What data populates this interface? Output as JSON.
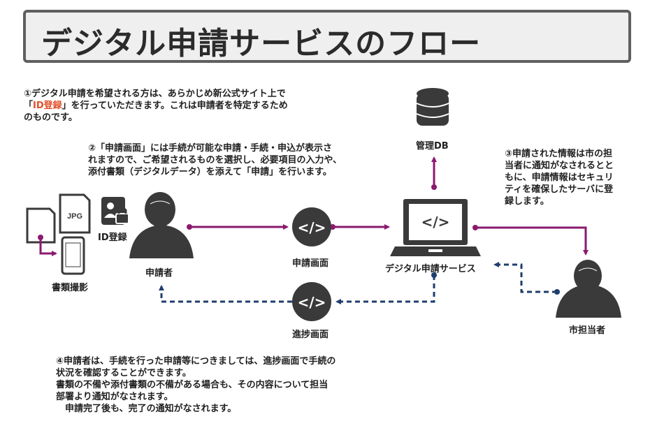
{
  "title": "デジタル申請サービスのフロー",
  "step1": {
    "line1": "①デジタル申請を希望される方は、あらかじめ新公式サイト上で",
    "line2_open": "「",
    "line2_highlight": "ID登録",
    "line2_rest": "」を行っていただきます。これは申請者を特定するため",
    "line3": "のものです。"
  },
  "step2": {
    "lines": [
      "②「申請画面」には手続が可能な申請・手続・申込が表示さ",
      "れますので、ご希望されるものを選択し、必要項目の入力や、",
      "添付書類（デジタルデータ）を添えて「申請」を行います。"
    ]
  },
  "step3": {
    "lines": [
      "③申請された情報は市の担",
      "当者に通知がなされるとと",
      "もに、申請情報はセキュリ",
      "ティを確保したサーバに登",
      "録します。"
    ]
  },
  "step4": {
    "lines": [
      "④申請者は、手続を行った申請等につきましては、進捗画面で手続の",
      "状況を確認することができます。",
      "書類の不備や添付書類の不備がある場合も、その内容について担当",
      "部署より通知がなされます。",
      "　申請完了後も、完了の通知がなされます。"
    ]
  },
  "labels": {
    "jpg": "JPG",
    "id_registration": "ID登録",
    "document_photo": "書類撮影",
    "applicant": "申請者",
    "application_screen": "申請画面",
    "progress_screen": "進捗画面",
    "digital_service": "デジタル申請サービス",
    "management_db": "管理DB",
    "city_staff": "市担当者",
    "code_symbol": "</>"
  },
  "colors": {
    "request_flow": "#8b1a6f",
    "notify_flow": "#1f3d6e",
    "icon_dark": "#3a3a3a",
    "highlight": "#e0502a"
  }
}
